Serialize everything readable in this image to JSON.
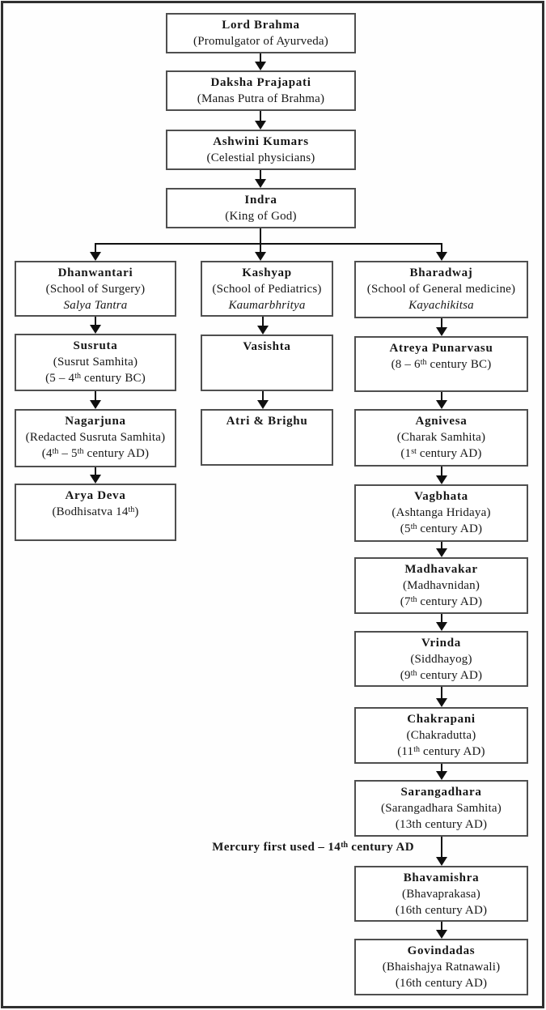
{
  "nodes": {
    "brahma": {
      "name": "Lord Brahma",
      "l2": "(Promulgator of Ayurveda)"
    },
    "daksha": {
      "name": "Daksha Prajapati",
      "l2": "(Manas Putra of Brahma)"
    },
    "ashwini": {
      "name": "Ashwini Kumars",
      "l2": "(Celestial physicians)"
    },
    "indra": {
      "name": "Indra",
      "l2": "(King of God)"
    },
    "dhanwantari": {
      "name": "Dhanwantari",
      "l2": "(School of Surgery)",
      "l3": "Salya Tantra"
    },
    "susruta": {
      "name": "Susruta",
      "l2": "(Susrut Samhita)",
      "l3": "(5 – 4^th^ century BC)"
    },
    "nagarjuna": {
      "name": "Nagarjuna",
      "l2": "(Redacted Susruta Samhita)",
      "l3": "(4^th^ – 5^th^ century AD)"
    },
    "aryadeva": {
      "name": "Arya Deva",
      "l2": "(Bodhisatva 14^th^)"
    },
    "kashyap": {
      "name": "Kashyap",
      "l2": "(School of Pediatrics)",
      "l3": "Kaumarbhritya"
    },
    "vasishta": {
      "name": "Vasishta"
    },
    "atri": {
      "name": "Atri & Brighu"
    },
    "bharadwaj": {
      "name": "Bharadwaj",
      "l2": "(School of General medicine)",
      "l3": "Kayachikitsa"
    },
    "atreya": {
      "name": "Atreya Punarvasu",
      "l2": "(8 – 6^th^ century BC)"
    },
    "agnivesa": {
      "name": "Agnivesa",
      "l2": "(Charak Samhita)",
      "l3": "(1^st^ century AD)"
    },
    "vagbhata": {
      "name": "Vagbhata",
      "l2": "(Ashtanga Hridaya)",
      "l3": "(5^th^ century AD)"
    },
    "madhavakar": {
      "name": "Madhavakar",
      "l2": "(Madhavnidan)",
      "l3": "(7^th^ century AD)"
    },
    "vrinda": {
      "name": "Vrinda",
      "l2": "(Siddhayog)",
      "l3": "(9^th^ century AD)"
    },
    "chakrapani": {
      "name": "Chakrapani",
      "l2": "(Chakradutta)",
      "l3": "(11^th^ century AD)"
    },
    "sarangadhara": {
      "name": "Sarangadhara",
      "l2": "(Sarangadhara Samhita)",
      "l3": "(13th century AD)"
    },
    "bhavamishra": {
      "name": "Bhavamishra",
      "l2": "(Bhavaprakasa)",
      "l3": "(16th century AD)"
    },
    "govindadas": {
      "name": "Govindadas",
      "l2": "(Bhaishajya Ratnawali)",
      "l3": "(16th century AD)"
    }
  },
  "annotation": {
    "mercury_note": "Mercury first used – 14^th^ century AD"
  },
  "edges": [
    [
      "brahma",
      "daksha"
    ],
    [
      "daksha",
      "ashwini"
    ],
    [
      "ashwini",
      "indra"
    ],
    [
      "indra",
      "dhanwantari"
    ],
    [
      "indra",
      "kashyap"
    ],
    [
      "indra",
      "bharadwaj"
    ],
    [
      "dhanwantari",
      "susruta"
    ],
    [
      "susruta",
      "nagarjuna"
    ],
    [
      "nagarjuna",
      "aryadeva"
    ],
    [
      "kashyap",
      "vasishta"
    ],
    [
      "vasishta",
      "atri"
    ],
    [
      "bharadwaj",
      "atreya"
    ],
    [
      "atreya",
      "agnivesa"
    ],
    [
      "agnivesa",
      "vagbhata"
    ],
    [
      "vagbhata",
      "madhavakar"
    ],
    [
      "madhavakar",
      "vrinda"
    ],
    [
      "vrinda",
      "chakrapani"
    ],
    [
      "chakrapani",
      "sarangadhara"
    ],
    [
      "sarangadhara",
      "bhavamishra"
    ],
    [
      "bhavamishra",
      "govindadas"
    ]
  ],
  "colors": {
    "line": "#101010",
    "box_border": "#4f4f4f",
    "frame_border": "#303030",
    "text": "#161616"
  }
}
